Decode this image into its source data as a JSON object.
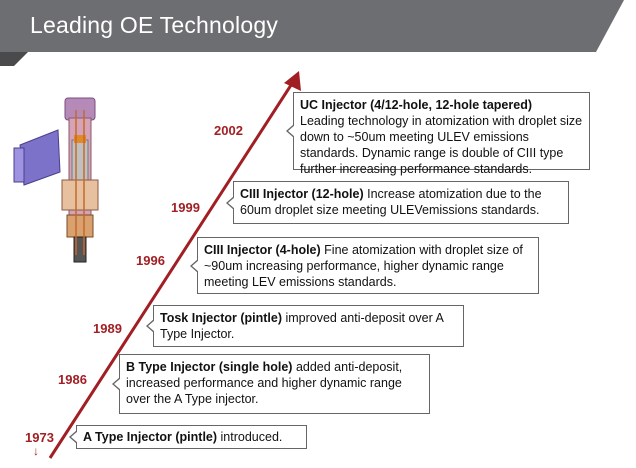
{
  "header": {
    "title": "Leading OE Technology"
  },
  "colors": {
    "banner": "#6d6e71",
    "timeline": "#a11f24",
    "box_border": "#666666"
  },
  "illustration": {
    "icon": "fuel-injector-cutaway-icon"
  },
  "timeline": [
    {
      "year": "1973",
      "name": "A Type Injector (pintle)",
      "text": " introduced."
    },
    {
      "year": "1986",
      "name": "B Type Injector (single hole)",
      "text": " added anti-deposit, increased performance and higher dynamic range over the A Type injector."
    },
    {
      "year": "1989",
      "name": "Tosk Injector (pintle)",
      "text": "  improved anti-deposit over A Type Injector."
    },
    {
      "year": "1996",
      "name": "CIII Injector (4-hole)",
      "text": "  Fine atomization with droplet size of ~90um increasing performance,  higher dynamic range meeting LEV emissions standards."
    },
    {
      "year": "1999",
      "name": "CIII Injector (12-hole)",
      "text": " Increase atomization due to the 60um droplet size meeting ULEVemissions standards."
    },
    {
      "year": "2002",
      "name": "UC Injector (4/12-hole, 12-hole tapered)",
      "text": "Leading technology in atomization with droplet size down to ~50um meeting ULEV emissions standards. Dynamic range is double of CIII type further increasing performance standards."
    }
  ]
}
